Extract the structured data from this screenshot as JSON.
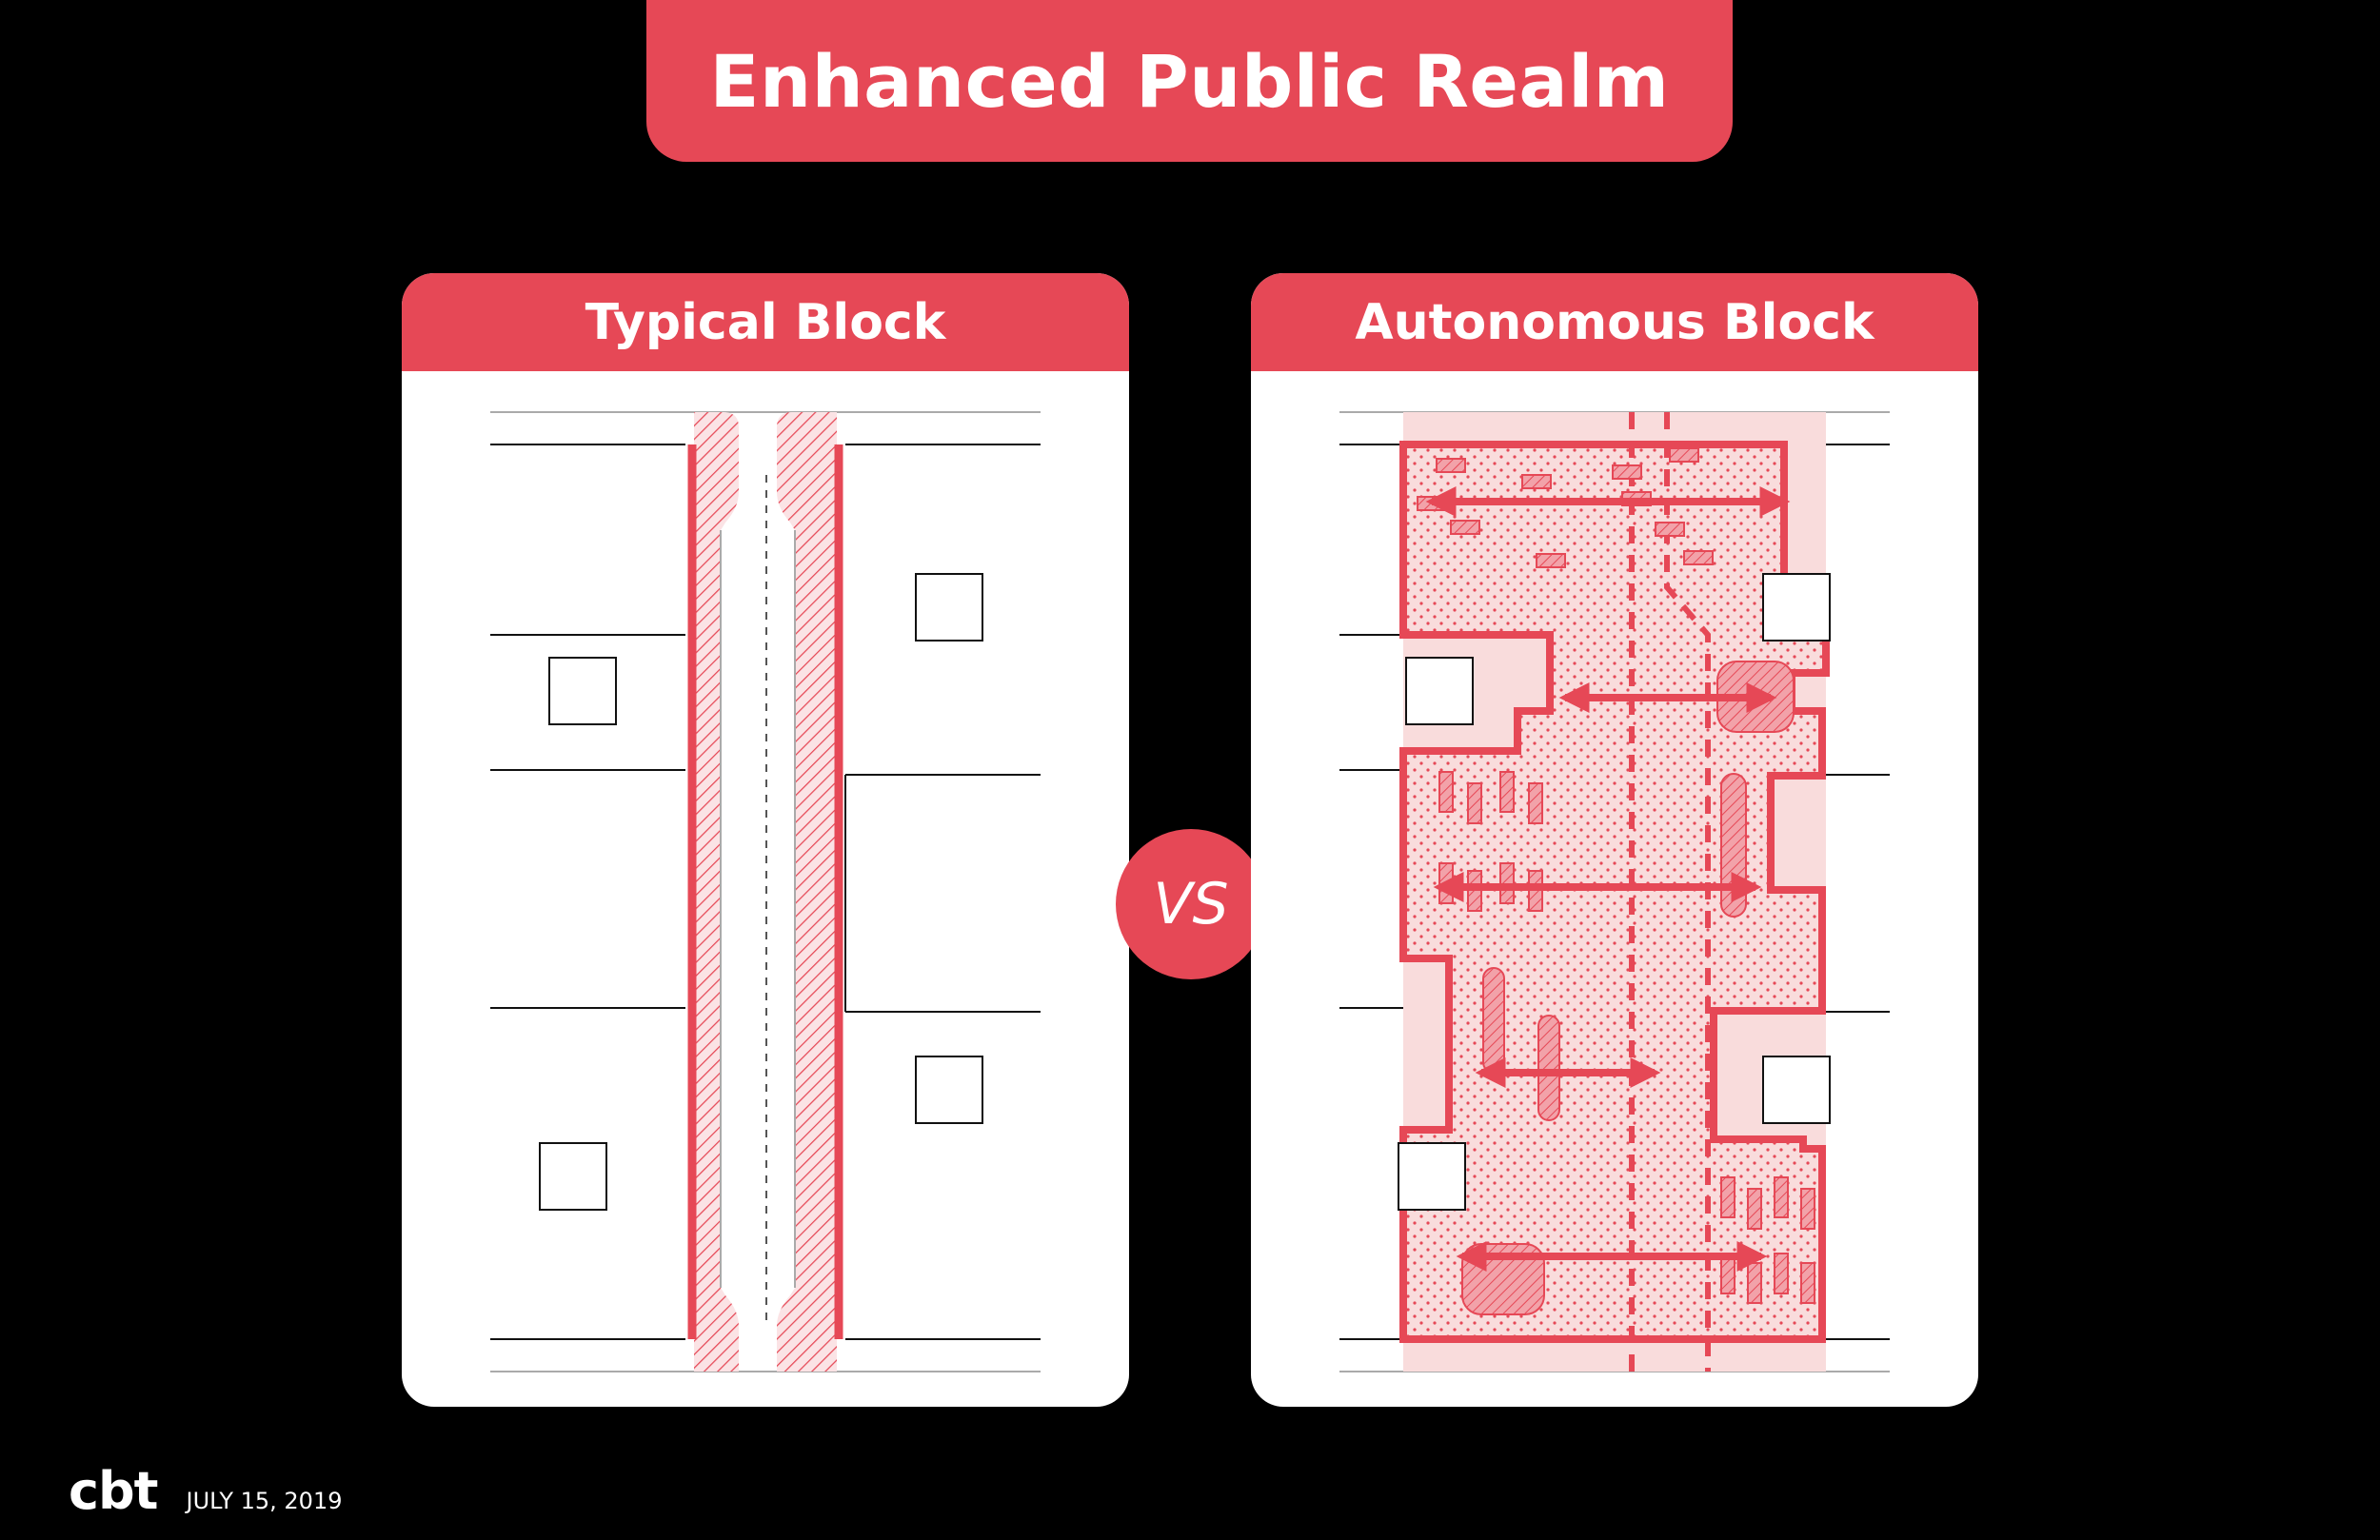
{
  "title": "Enhanced Public Realm",
  "panels": {
    "typical": {
      "heading": "Typical Block"
    },
    "autonomous": {
      "heading": "Autonomous Block"
    }
  },
  "vs_label": "VS",
  "footer": {
    "logo": "cbt",
    "date": "JULY 15, 2019"
  },
  "colors": {
    "accent": "#e64856",
    "tint": "#f9dcdc",
    "background": "#000000"
  }
}
